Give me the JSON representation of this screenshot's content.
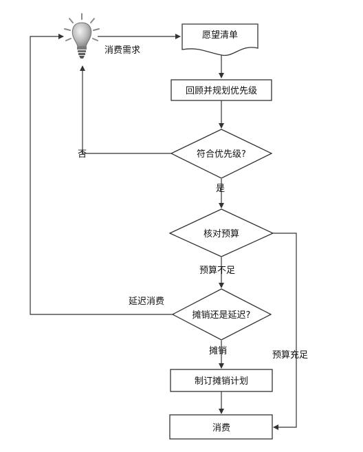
{
  "nodes": {
    "wishlist": "愿望清单",
    "review": "回顾并规划优先级",
    "priority_check": "符合优先级?",
    "budget_check": "核对预算",
    "amortize_or_delay": "摊销还是延迟?",
    "plan_amortization": "制订摊销计划",
    "consume": "消费"
  },
  "edges": {
    "need": "消费需求",
    "no": "否",
    "yes": "是",
    "budget_short": "预算不足",
    "delay": "延迟消费",
    "amortize": "摊销",
    "budget_enough": "预算充足"
  },
  "icon": "lightbulb-icon"
}
